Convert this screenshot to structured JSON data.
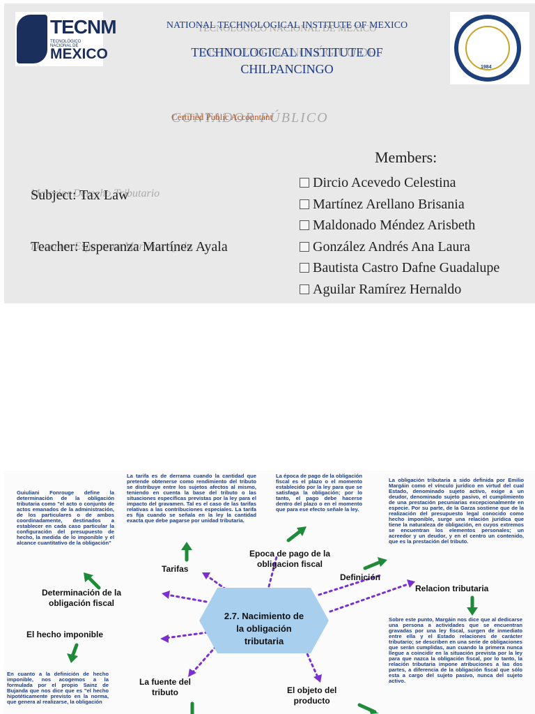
{
  "slide": {
    "logo_left": {
      "brand": "TECNM",
      "subtitle": "TECNOLÓGICO NACIONAL DE",
      "country": "MEXICO"
    },
    "logo_right": {
      "year": "1984"
    },
    "header_line1": "NATIONAL TECHNOLOGICAL INSTITUTE OF MEXICO",
    "header_line1_under": "TECNOLÓGICO NACIONAL DE MÉXICO",
    "header_line2": "TECHNOLOGICAL INSTITUTE OF",
    "header_line2_under": "INSTITUTO TECNOLÓGICO DE",
    "header_line3": "CHILPANCINGO",
    "header_line3_under": "CHILPANCINGO",
    "cpa": "Certified Public Accountant",
    "cpa_under": "CONTADOR PÚBLICO",
    "subject": "Subject: Tax Law",
    "subject_under": "Materia: Derecho Tributario",
    "teacher": "Teacher: Esperanza Martínez Ayala",
    "teacher_under": "Docente: Esperanza Martínez Ayala",
    "members_heading": "Members:",
    "members": [
      "Dircio Acevedo Celestina",
      "Martínez Arellano Brisania",
      "Maldonado Méndez Arisbeth",
      "González Andrés Ana Laura",
      "Bautista Castro Dafne Guadalupe",
      "Aguilar Ramírez Hernaldo"
    ]
  },
  "mindmap": {
    "center": [
      "2.7. Nacimiento de",
      "la obligación",
      "tributaria"
    ],
    "labels": {
      "tarifas": "Tarifas",
      "epoca": [
        "Epoca de pago de la",
        "obligacion fiscal"
      ],
      "definicion": "Definición",
      "relacion": "Relacion tributaria",
      "determinacion": [
        "Determinación de la",
        "obligación fiscal"
      ],
      "hecho": "El hecho imponible",
      "fuente": [
        "La fuente del",
        "tributo"
      ],
      "objeto": [
        "El objeto del",
        "producto"
      ]
    },
    "texts": {
      "giuliani": "Guiuliani Fonrouge define la determinación de la obligación tributaria como \"el acto o conjunto de actos emanados de la administración, de los particulares o de ambos coordinadamente, destinados a establecer en cada caso particular la configuración del presupuesto de hecho, la medida de lo imponible y el alcance cuantitativo de la obligación\"",
      "tarifa": "La tarifa es de derrama cuando la cantidad que pretende obtenerse como rendimiento del tributo se distribuye entre los sujetos afectos al mismo, teniendo en cuenta la base del tributo o las situaciones específicas previstas por la ley para el impacto del gravamen. Tal es el caso de las tarifas relativas a las contribuciones especiales. La tarifa es fija cuando se señala en la ley la cantidad exacta que debe pagarse por unidad tributaria.",
      "epoca": "La época de pago de la obligación fiscal es el plazo o el momento establecido por la ley para que se satisfaga la obligación; por lo tanto, el pago debe hacerse dentro del plazo o en el momento que para ese efecto señale la ley.",
      "definicion": "La obligación tributaria a sido definida por Emilio Margáin como el vínculo jurídico en virtud del cual Estado, denominado sujeto activo, exige a un deudor, denominado sujeto pasivo, el cumplimiento de una prestación pecuniarias excepcionalmente en especie. Por su parte, de la Garza sostiene que de la realización del presupuesto legal conocido como hecho imponible, surge una relación jurídica que tiene la naturaleza de obligación, en cuyos extremos se encuentran los elementos personales; un acreedor y un deudor, y en el centro un contenido, que es la prestación del tributo.",
      "relacion": "Sobre este punto, Margáin nos dice que al dedicarse una persona a actividades que se encuentran gravadas por una ley fiscal, surgen de inmediato entre ella y el Estado relaciones de carácter tributario; se describen en una serie de obligaciones que serán cumplidas, aun cuando la primera nunca llegue a coincidir en la situación prevista por la ley para que nazca la obligación fiscal, por lo tanto, la relación tributaria impone atribuciones a las dos partes, a diferencia de la obligación fiscal que sólo esta a cargo del sujeto pasivo, nunca del sujeto activo.",
      "hecho": "En cuanto a la definición de hecho imponible, nos acogemos a la formulada por el propio Sainz de Bujanda que nos dice que es \"el hecho hipotéticamente previsto en la norma, que genera al realizarse, la obligación"
    },
    "colors": {
      "center_fill": "#a9cfee",
      "text_blue": "#1a3b8c",
      "arrow_green": "#1e8a3a",
      "dots_purple": "#7b2fd0"
    }
  }
}
